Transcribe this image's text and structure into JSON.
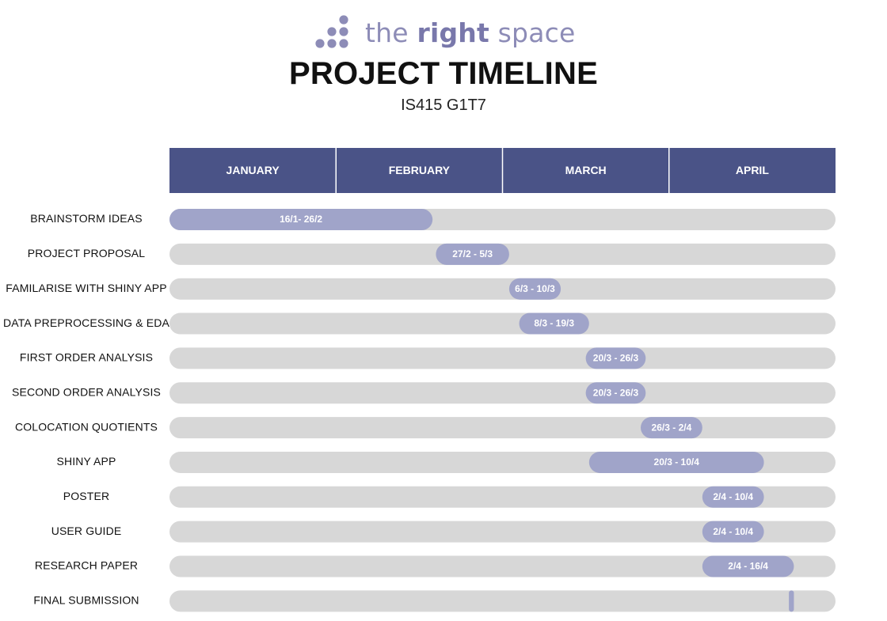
{
  "brand": {
    "name_prefix": "the",
    "name_strong": "right",
    "name_suffix": "space",
    "logo_icon": "dot-grid-logo-icon"
  },
  "colors": {
    "header_fill": "#4a5387",
    "track_fill": "#d7d7d7",
    "bar_fill": "#a0a4c9",
    "bar_label": "#ffffff",
    "logo_text": "#8d8cb7"
  },
  "chart_data": {
    "type": "gantt",
    "title": "PROJECT TIMELINE",
    "subtitle": "IS415 G1T7",
    "months": [
      "JANUARY",
      "FEBRUARY",
      "MARCH",
      "APRIL"
    ],
    "tasks": [
      {
        "name": "BRAINSTORM IDEAS",
        "label": "16/1- 26/2",
        "start_month": 0.0,
        "end_month": 1.58
      },
      {
        "name": "PROJECT PROPOSAL",
        "label": "27/2 - 5/3",
        "start_month": 1.6,
        "end_month": 2.04
      },
      {
        "name": "FAMILARISE WITH SHINY APP",
        "label": "6/3 - 10/3",
        "start_month": 2.04,
        "end_month": 2.35
      },
      {
        "name": "DATA  PREPROCESSING & EDA",
        "label": "8/3 - 19/3",
        "start_month": 2.1,
        "end_month": 2.52
      },
      {
        "name": "FIRST ORDER ANALYSIS",
        "label": "20/3 - 26/3",
        "start_month": 2.5,
        "end_month": 2.86
      },
      {
        "name": "SECOND ORDER ANALYSIS",
        "label": "20/3 - 26/3",
        "start_month": 2.5,
        "end_month": 2.86
      },
      {
        "name": "COLOCATION QUOTIENTS",
        "label": "26/3 - 2/4",
        "start_month": 2.83,
        "end_month": 3.2
      },
      {
        "name": "SHINY APP",
        "label": "20/3 - 10/4",
        "start_month": 2.52,
        "end_month": 3.57
      },
      {
        "name": "POSTER",
        "label": "2/4 - 10/4",
        "start_month": 3.2,
        "end_month": 3.57
      },
      {
        "name": "USER GUIDE",
        "label": "2/4 - 10/4",
        "start_month": 3.2,
        "end_month": 3.57
      },
      {
        "name": "RESEARCH  PAPER",
        "label": "2/4 - 16/4",
        "start_month": 3.2,
        "end_month": 3.75
      },
      {
        "name": "FINAL SUBMISSION",
        "label": "",
        "start_month": 3.72,
        "end_month": 3.75
      }
    ]
  }
}
